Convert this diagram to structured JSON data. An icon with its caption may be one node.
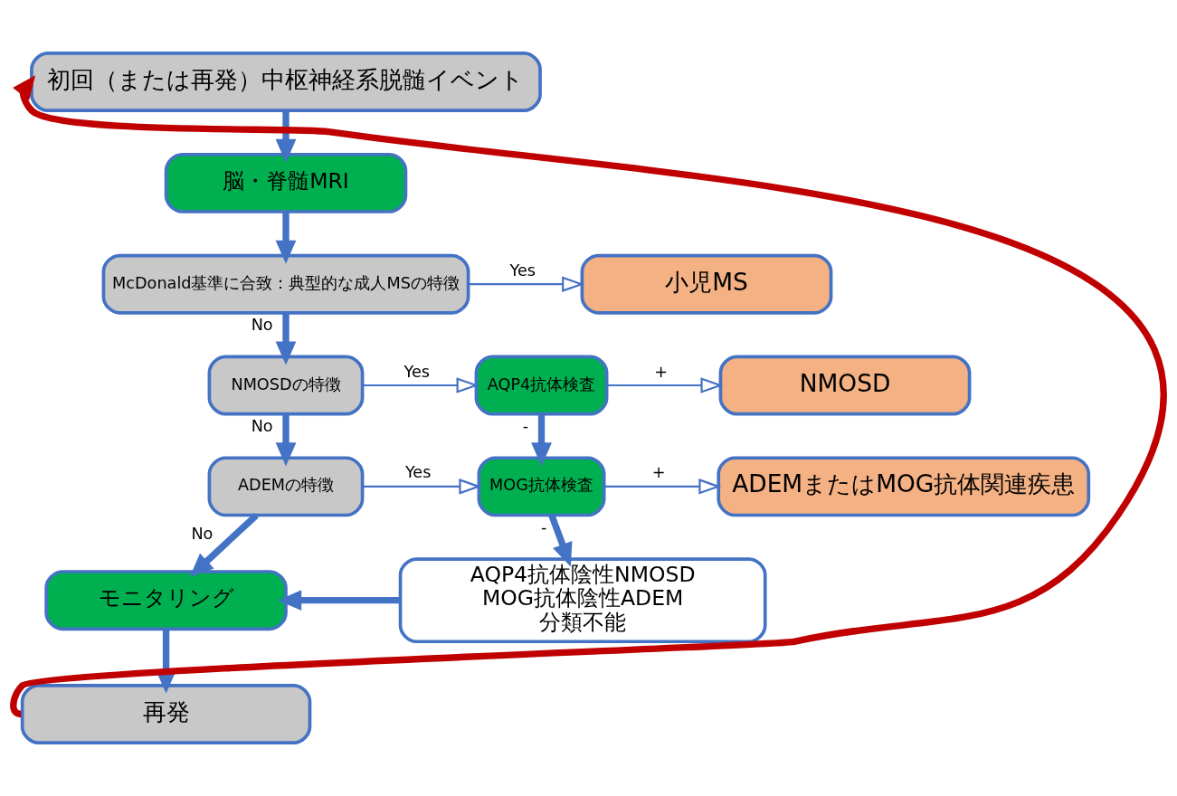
{
  "diagram": {
    "nodes": [
      {
        "text": [
          "初回（または再発）中枢神経系脱髄イベント"
        ]
      },
      {
        "text": [
          "脳・脊髄MRI"
        ]
      },
      {
        "text": [
          "McDonald基準に合致：典型的な成人MSの特徴"
        ]
      },
      {
        "text": [
          "小児MS"
        ]
      },
      {
        "text": [
          "NMOSDの特徴"
        ]
      },
      {
        "text": [
          "AQP4抗体検査"
        ]
      },
      {
        "text": [
          "NMOSD"
        ]
      },
      {
        "text": [
          "ADEMの特徴"
        ]
      },
      {
        "text": [
          "MOG抗体検査"
        ]
      },
      {
        "text": [
          "ADEMまたはMOG抗体関連疾患"
        ]
      },
      {
        "text": [
          "モニタリング"
        ]
      },
      {
        "text": [
          "AQP4抗体陰性NMOSD",
          "MOG抗体陰性ADEM",
          "分類不能"
        ]
      },
      {
        "text": [
          "再発"
        ]
      }
    ],
    "edges": [
      {
        "from": 0,
        "to": 1,
        "arrow": "to"
      },
      {
        "from": 1,
        "to": 2,
        "arrow": "to"
      },
      {
        "from": 2,
        "to": 3,
        "arrow": "to",
        "label": "Yes"
      },
      {
        "from": 2,
        "to": 4,
        "arrow": "to",
        "label": "No"
      },
      {
        "from": 4,
        "to": 5,
        "arrow": "to",
        "label": "Yes"
      },
      {
        "from": 5,
        "to": 6,
        "arrow": "to",
        "label": "+"
      },
      {
        "from": 5,
        "to": 8,
        "arrow": "to",
        "label": "-"
      },
      {
        "from": 4,
        "to": 7,
        "arrow": "to",
        "label": "No"
      },
      {
        "from": 7,
        "to": 8,
        "arrow": "to",
        "label": "Yes"
      },
      {
        "from": 8,
        "to": 9,
        "arrow": "to",
        "label": "+"
      },
      {
        "from": 7,
        "to": 10,
        "arrow": "to",
        "label": "No"
      },
      {
        "from": 8,
        "to": 11,
        "arrow": "to",
        "label": "-"
      },
      {
        "from": 11,
        "to": 10,
        "arrow": "to"
      },
      {
        "from": 10,
        "to": 12,
        "arrow": "to"
      },
      {
        "from": 12,
        "to": 0,
        "arrow": "to",
        "color": "#c00000"
      }
    ]
  }
}
